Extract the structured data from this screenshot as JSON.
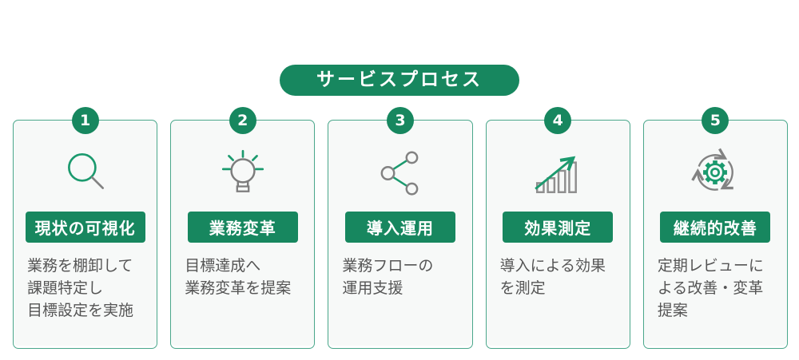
{
  "title": "サービスプロセス",
  "theme": {
    "green": "#17875f",
    "icon_green": "#1b9a6e",
    "card_border": "#4aa78b",
    "card_bg": "#f7f9f8",
    "text_gray": "#555555",
    "icon_gray": "#828282"
  },
  "steps": [
    {
      "number": "1",
      "icon": "magnifier-icon",
      "label": "現状の可視化",
      "description": "業務を棚卸して\n課題特定し\n目標設定を実施"
    },
    {
      "number": "2",
      "icon": "lightbulb-icon",
      "label": "業務変革",
      "description": "目標達成へ\n業務変革を提案"
    },
    {
      "number": "3",
      "icon": "share-network-icon",
      "label": "導入運用",
      "description": "業務フローの\n運用支援"
    },
    {
      "number": "4",
      "icon": "growth-chart-icon",
      "label": "効果測定",
      "description": "導入による効果\nを測定"
    },
    {
      "number": "5",
      "icon": "gear-cycle-icon",
      "label": "継続的改善",
      "description": "定期レビューに\nよる改善・変革\n提案"
    }
  ]
}
